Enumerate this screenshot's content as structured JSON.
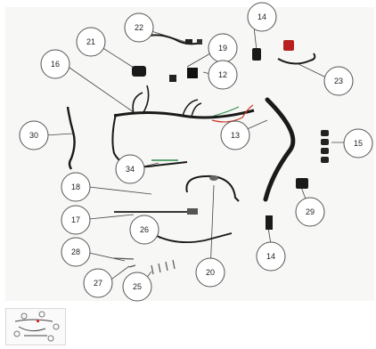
{
  "callouts": [
    {
      "n": "14"
    },
    {
      "n": "22"
    },
    {
      "n": "21"
    },
    {
      "n": "19"
    },
    {
      "n": "16"
    },
    {
      "n": "12"
    },
    {
      "n": "23"
    },
    {
      "n": "13"
    },
    {
      "n": "30"
    },
    {
      "n": "15"
    },
    {
      "n": "34"
    },
    {
      "n": "18"
    },
    {
      "n": "29"
    },
    {
      "n": "17"
    },
    {
      "n": "26"
    },
    {
      "n": "14"
    },
    {
      "n": "28"
    },
    {
      "n": "27"
    },
    {
      "n": "25"
    },
    {
      "n": "20"
    }
  ],
  "colors": {
    "harness": "#1a1a1a",
    "red_wire": "#cc3322",
    "green_wire": "#2f8a4a",
    "outline": "#555555"
  },
  "icons": {
    "thumbnail": "thumbnail-preview-icon"
  }
}
